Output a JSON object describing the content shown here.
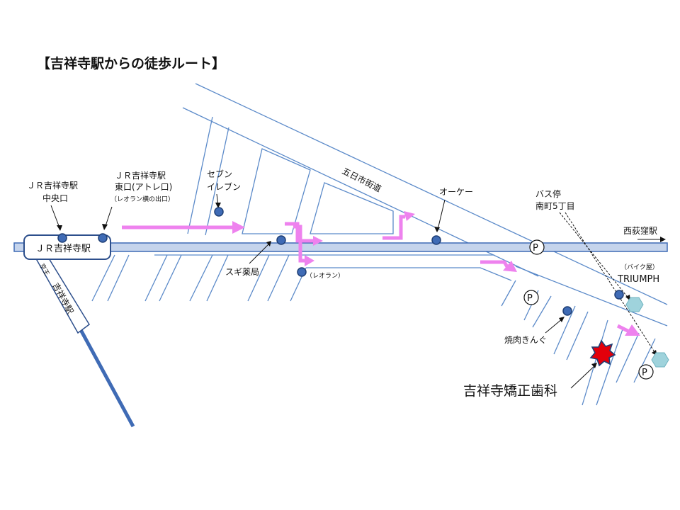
{
  "title": "【吉祥寺駅からの徒歩ルート】",
  "stations": {
    "jr_box": "ＪＲ吉祥寺駅",
    "central_exit_line1": "ＪＲ吉祥寺駅",
    "central_exit_line2": "中央口",
    "east_exit_line1": "ＪＲ吉祥寺駅",
    "east_exit_line2": "東口(アトレ口)",
    "east_exit_line3": "（レオラン横の出口）",
    "keio_line": "京王",
    "keio_station": "吉祥寺駅"
  },
  "streets": {
    "itsukaichi": "五日市街道",
    "nishiogikubo": "西荻窪駅"
  },
  "landmarks": {
    "seven_line1": "セブン",
    "seven_line2": "イレブン",
    "sugi": "スギ薬局",
    "leoran": "（レオラン）",
    "ok": "オーケー",
    "bus_line1": "バス停",
    "bus_line2": "南町5丁目",
    "bike_line1": "（バイク屋）",
    "bike_line2": "TRIUMPH",
    "yakiniku": "焼肉きんぐ",
    "clinic": "吉祥寺矯正歯科",
    "parking": "P"
  },
  "colors": {
    "route": "#ee82ee",
    "rail_fill": "#c5d4ec",
    "rail_stroke": "#3f6bb5",
    "street": "#5b8ac9",
    "destination": "#e3000b",
    "bus_stop": "#9fd3dc"
  },
  "icons": {
    "destination": "star-icon",
    "parking": "parking-icon",
    "bus_stop": "hexagon-icon",
    "station_marker": "circle-marker-icon"
  }
}
